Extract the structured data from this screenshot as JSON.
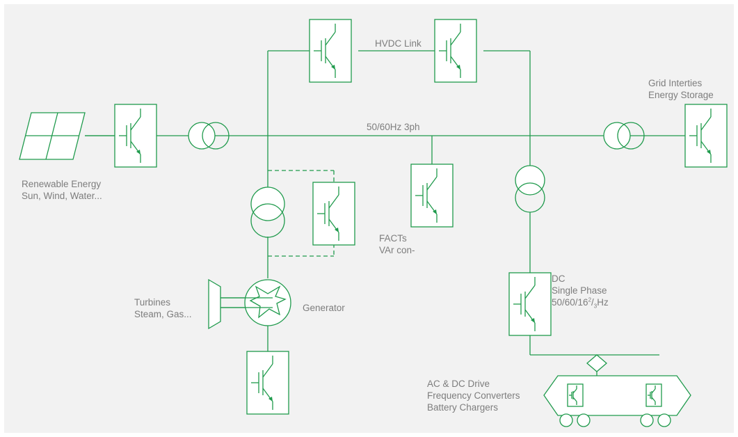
{
  "colors": {
    "line": "#1f9a4c",
    "panel": "#f2f2f2",
    "box_fill": "#ffffff",
    "text": "#7d7d7d"
  },
  "labels": {
    "hvdc_link": "HVDC Link",
    "ac_bus": "50/60Hz 3ph",
    "grid_interties": [
      "Grid Interties",
      "Energy Storage"
    ],
    "renewable": [
      "Renewable Energy",
      "Sun, Wind, Water..."
    ],
    "facts": [
      "FACTs",
      "VAr con-"
    ],
    "turbines": [
      "Turbines",
      "Steam, Gas..."
    ],
    "generator": "Generator",
    "dc_single_phase": {
      "line1": "DC",
      "line2": "Single Phase",
      "freq_prefix": "50/60/16",
      "freq_sup": "2",
      "freq_sub": "3",
      "freq_suffix": "Hz"
    },
    "drives": [
      "AC & DC Drive",
      "Frequency Converters",
      "Battery Chargers"
    ]
  },
  "icons": {
    "converter": "igbt-transistor-icon",
    "transformer": "transformer-icon",
    "solar_panel": "solar-panel-icon",
    "turbine": "turbine-icon",
    "generator": "generator-icon",
    "train": "locomotive-icon",
    "pantograph": "pantograph-icon"
  }
}
